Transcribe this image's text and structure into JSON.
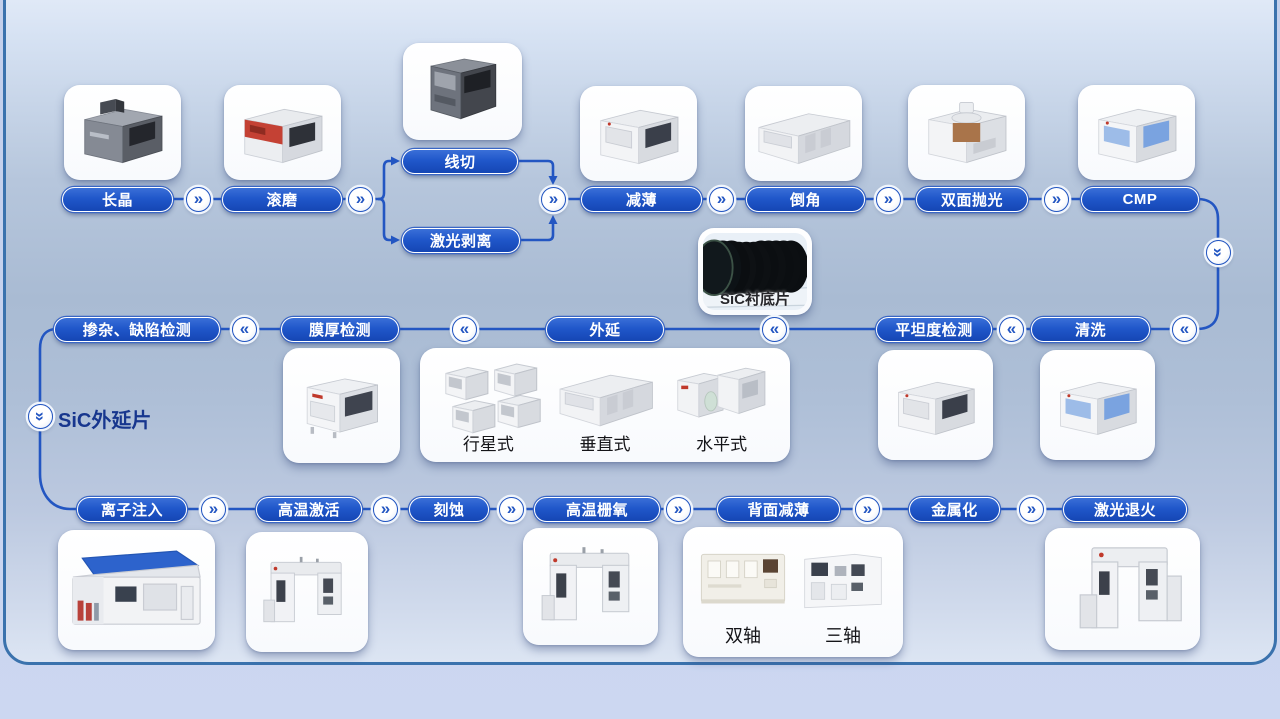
{
  "steps": {
    "crystal_growth": "长晶",
    "barrel_grinding": "滚磨",
    "wire_cutting": "线切",
    "laser_liftoff": "激光剥离",
    "thinning": "减薄",
    "edge_chamfer": "倒角",
    "double_side_polish": "双面抛光",
    "cmp": "CMP",
    "doping_defect_inspection": "掺杂、缺陷检测",
    "film_thickness_inspection": "膜厚检测",
    "epitaxy": "外延",
    "flatness_inspection": "平坦度检测",
    "cleaning": "清洗",
    "ion_implantation": "离子注入",
    "high_temp_activation": "高温激活",
    "etching": "刻蚀",
    "high_temp_gate_oxide": "高温栅氧",
    "backside_thinning": "背面减薄",
    "metallization": "金属化",
    "laser_annealing": "激光退火"
  },
  "wafer_labels": {
    "sic_substrate": "SiC衬底片",
    "sic_epitaxial": "SiC外延片"
  },
  "epitaxy_types": {
    "planetary": "行星式",
    "vertical": "垂直式",
    "horizontal": "水平式"
  },
  "backside_types": {
    "dual_axis": "双轴",
    "triple_axis": "三轴"
  },
  "colors": {
    "pill_blue": "#1d52c6",
    "line_blue": "#2356c2",
    "label_navy": "#17368e",
    "panel_border": "#3a72ad"
  }
}
